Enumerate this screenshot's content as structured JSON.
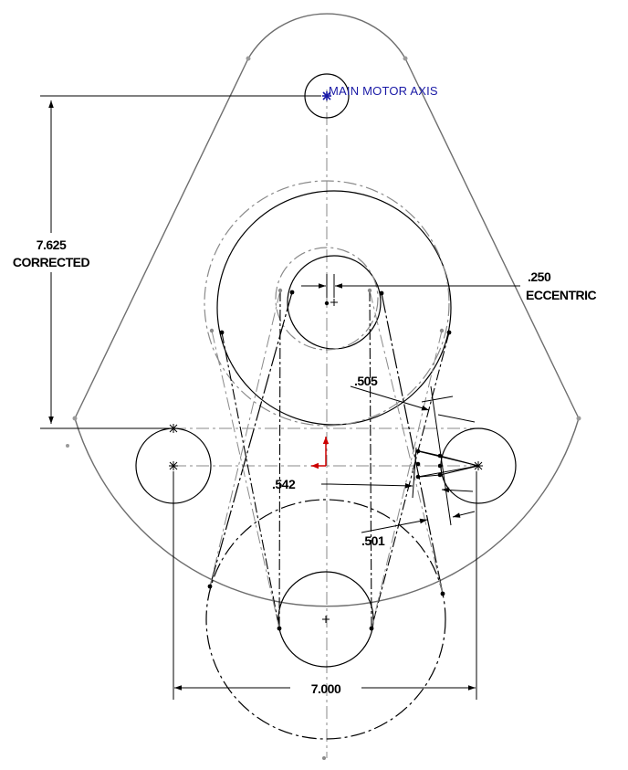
{
  "annotations": {
    "main_motor_axis": "MAIN MOTOR AXIS",
    "dim_7625": "7.625",
    "dim_7625_note": "CORRECTED",
    "dim_250": ".250",
    "dim_250_note": "ECCENTRIC",
    "dim_505": ".505",
    "dim_542": ".542",
    "dim_501": ".501",
    "dim_7000": "7.000"
  },
  "colors": {
    "line": "#000000",
    "construction": "#8a8a8a",
    "note": "#1a1aa6",
    "axis_y": "#cc0000",
    "axis_x": "#cc0000"
  }
}
